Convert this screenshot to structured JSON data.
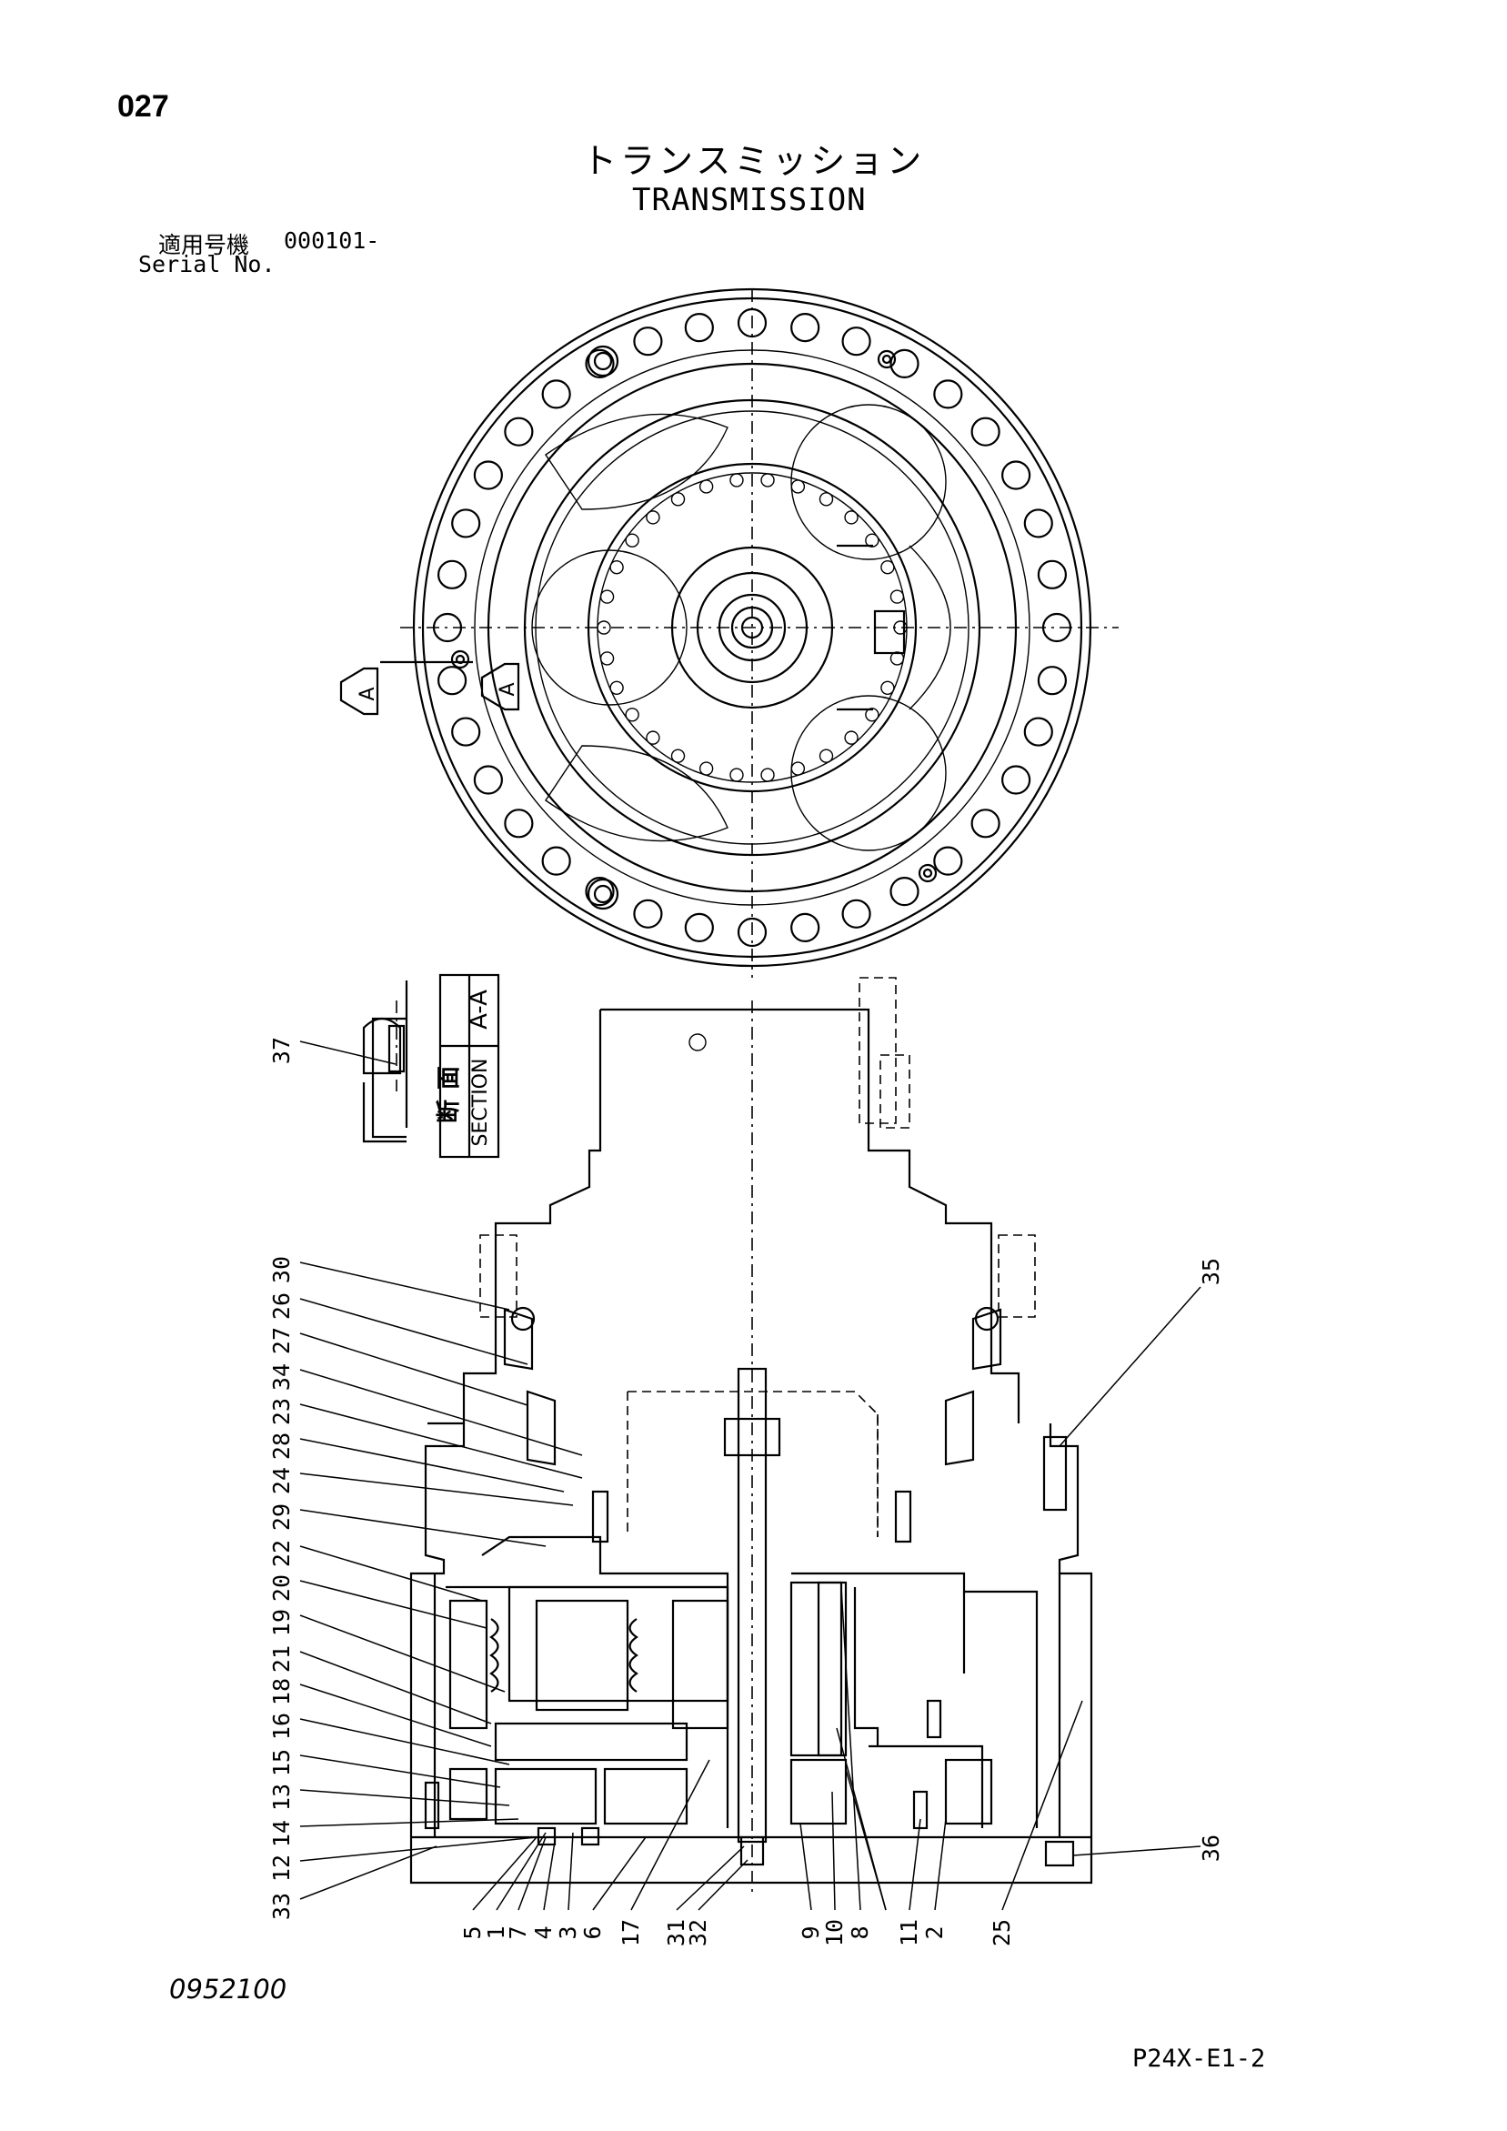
{
  "header": {
    "page_number": "027",
    "title_jp": "トランスミッション",
    "title_en": "TRANSMISSION",
    "serial_label_jp": "適用号機",
    "serial_value": "000101-",
    "serial_label_en": "Serial No."
  },
  "section_view": {
    "marker": "A",
    "label_jp_1": "断",
    "label_jp_2": "面",
    "label_aa": "A-A",
    "label_section": "SECTION"
  },
  "callouts": {
    "left": [
      "30",
      "26",
      "27",
      "34",
      "23",
      "28",
      "24",
      "29",
      "22",
      "20",
      "19",
      "21",
      "18",
      "16",
      "15",
      "13",
      "14",
      "12",
      "33"
    ],
    "bottom": [
      "5",
      "1",
      "7",
      "4",
      "3",
      "6",
      "17",
      "31",
      "32",
      "9",
      "10",
      "8",
      "11",
      "2",
      "25"
    ],
    "detail": "37",
    "right_upper": "35",
    "right_lower": "36"
  },
  "footer": {
    "drawing_code": "0952100",
    "page_code": "P24X-E1-2"
  }
}
